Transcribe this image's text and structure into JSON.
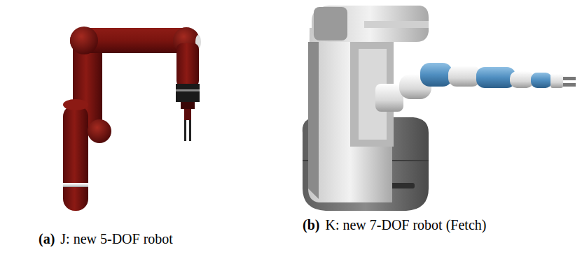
{
  "diagram": {
    "labels": [
      "(a)",
      "J: new 5-DOF robot",
      "(b)",
      "K: new 7-DOF robot (Fetch)"
    ]
  }
}
